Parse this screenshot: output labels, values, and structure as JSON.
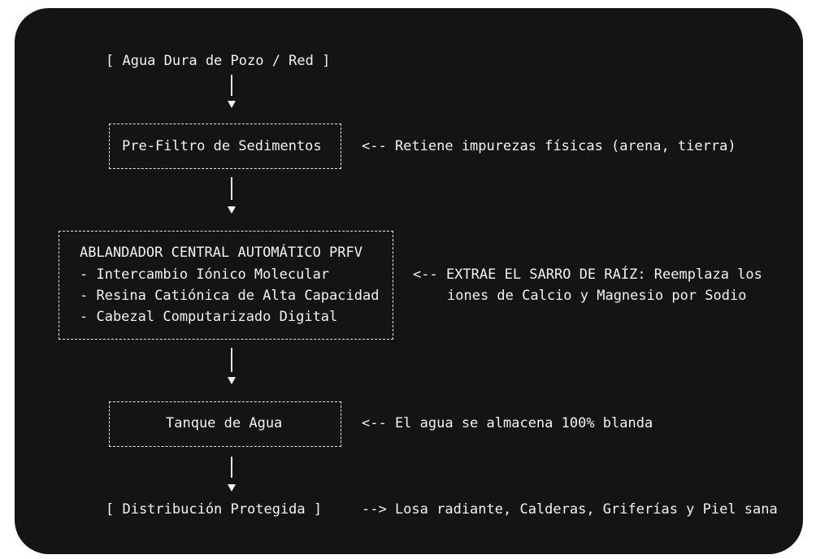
{
  "flow": {
    "source": "[ Agua Dura de Pozo / Red ]",
    "prefilter": {
      "title": "Pre-Filtro de Sedimentos",
      "note": "<-- Retiene impurezas físicas (arena, tierra)"
    },
    "softener": {
      "title": "ABLANDADOR CENTRAL AUTOMÁTICO PRFV",
      "items": [
        "- Intercambio Iónico Molecular",
        "- Resina Catiónica de Alta Capacidad",
        "- Cabezal Computarizado Digital"
      ],
      "note_line1": "<-- EXTRAE EL SARRO DE RAÍZ: Reemplaza los",
      "note_line2": "iones de Calcio y Magnesio por Sodio"
    },
    "tank": {
      "title": "Tanque de Agua",
      "note": "<-- El agua se almacena 100% blanda"
    },
    "distribution": {
      "label": "[ Distribución Protegida ]",
      "note": "--> Losa radiante, Calderas, Griferías y Piel sana"
    }
  }
}
